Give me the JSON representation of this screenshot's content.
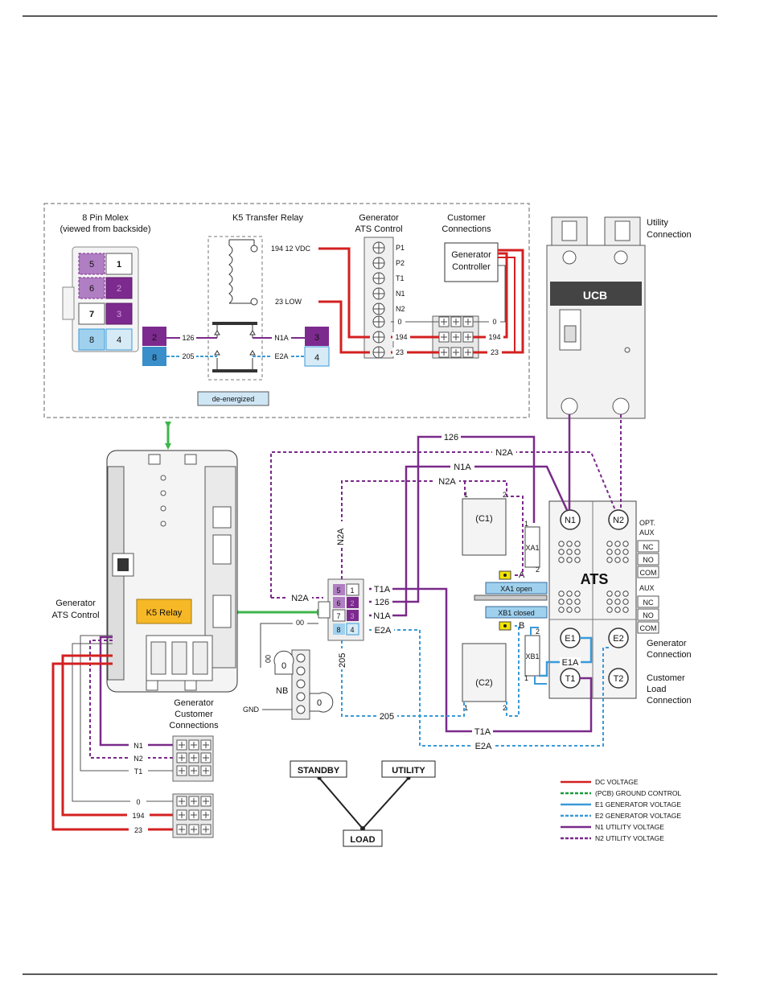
{
  "molex": {
    "title_1": "8 Pin Molex",
    "title_2": "(viewed from backside)",
    "pins": [
      "5",
      "1",
      "6",
      "2",
      "7",
      "3",
      "8",
      "4"
    ]
  },
  "k5relay": {
    "title": "K5 Transfer Relay",
    "coil_top": "194 12 VDC",
    "coil_bottom": "23 LOW",
    "left_top_pin": "2",
    "left_top_wire": "126",
    "left_bottom_pin": "8",
    "left_bottom_wire": "205",
    "right_top_pin": "3",
    "right_top_wire": "N1A",
    "right_bottom_pin": "4",
    "right_bottom_wire": "E2A",
    "state": "de-energized"
  },
  "gen_ats_ctrl_top": {
    "title_1": "Generator",
    "title_2": "ATS Control",
    "terminals": [
      "P1",
      "P2",
      "T1",
      "N1",
      "N2"
    ]
  },
  "customer_conn": {
    "title_1": "Customer",
    "title_2": "Connections",
    "controller_1": "Generator",
    "controller_2": "Controller"
  },
  "terminal_wires": {
    "w0": "0",
    "w194": "194",
    "w23": "23"
  },
  "utility": {
    "label_1": "Utility",
    "label_2": "Connection",
    "breaker": "UCB"
  },
  "wires": {
    "w126": "126",
    "n2a": "N2A",
    "n1a": "N1A",
    "t1a": "T1A",
    "e2a": "E2A",
    "w205": "205",
    "w00": "00",
    "e1a": "E1A"
  },
  "board": {
    "gen_ats_1": "Generator",
    "gen_ats_2": "ATS Control",
    "relay": "K5 Relay",
    "cust_1": "Generator",
    "cust_2": "Customer",
    "cust_3": "Connections"
  },
  "small_molex": {
    "pins": [
      "5",
      "1",
      "6",
      "2",
      "7",
      "3",
      "8",
      "4"
    ]
  },
  "nb": {
    "label": "NB",
    "gnd": "GND",
    "hole1": "0",
    "hole2": "0"
  },
  "contactor": {
    "c1": "(C1)",
    "c2": "(C2)",
    "xa1": "XA1",
    "xb1": "XB1",
    "a": "A",
    "b": "B",
    "xa1_state": "XA1 open",
    "xb1_state": "XB1 closed",
    "pin1": "1",
    "pin2": "2"
  },
  "ats": {
    "label": "ATS",
    "n1": "N1",
    "n2": "N2",
    "e1": "E1",
    "e2": "E2",
    "t1": "T1",
    "t2": "T2",
    "opt_1": "OPT.",
    "opt_2": "AUX",
    "aux": "AUX",
    "nc": "NC",
    "no": "NO",
    "com": "COM",
    "gen_conn_1": "Generator",
    "gen_conn_2": "Connection",
    "cust_load_1": "Customer",
    "cust_load_2": "Load",
    "cust_load_3": "Connection"
  },
  "bottom_terms": {
    "n1": "N1",
    "n2": "N2",
    "t1": "T1",
    "z": "0",
    "w194": "194",
    "w23": "23"
  },
  "switch": {
    "standby": "STANDBY",
    "utility": "UTILITY",
    "load": "LOAD"
  },
  "legend": [
    {
      "label": "DC VOLTAGE",
      "color": "#d32020",
      "style": "solid"
    },
    {
      "label": "(PCB) GROUND CONTROL",
      "color": "#1a9a3a",
      "style": "dashed"
    },
    {
      "label": "E1 GENERATOR VOLTAGE",
      "color": "#3a9ad8",
      "style": "solid"
    },
    {
      "label": "E2 GENERATOR VOLTAGE",
      "color": "#3a9ad8",
      "style": "dashed"
    },
    {
      "label": "N1 UTILITY VOLTAGE",
      "color": "#7a2a8a",
      "style": "solid"
    },
    {
      "label": "N2 UTILITY VOLTAGE",
      "color": "#7a2a8a",
      "style": "dashed"
    }
  ],
  "colors": {
    "dc": "#d32020",
    "ground": "#1a9a3a",
    "e1": "#3a9ad8",
    "n1": "#7a2a8a",
    "relay_fill": "#f7b827",
    "arrow": "#3cb64a",
    "purple_fill": "#7d2a8f",
    "purple_light": "#b07ec2",
    "blue_fill": "#9fd1ee"
  }
}
